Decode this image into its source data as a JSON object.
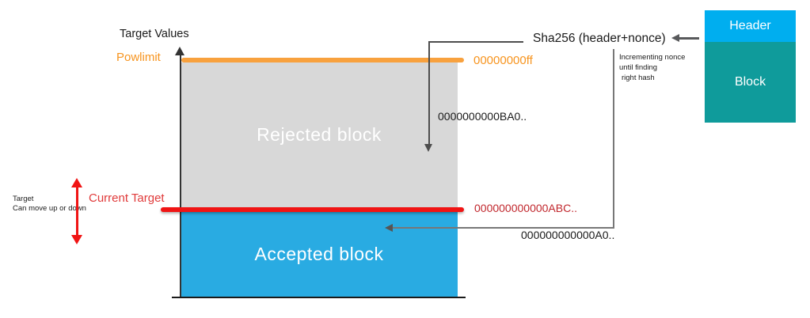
{
  "diagram": {
    "axis_label": "Target Values",
    "powlimit_label": "Powlimit",
    "powlimit_hash": "00000000ff",
    "rejected_label": "Rejected block",
    "rejected_hash": "0000000000BA0..",
    "current_target_label": "Current Target",
    "current_target_hash": "000000000000ABC..",
    "accepted_label": "Accepted block",
    "accepted_hash": "000000000000A0..",
    "sha256_label": "Sha256 (header+nonce)",
    "nonce_note": {
      "line1": "Incrementing nonce",
      "line2": "until finding",
      "line3": "right hash"
    },
    "target_note": {
      "line1": "Target",
      "line2": "Can move up or down"
    },
    "block_diagram": {
      "header_label": "Header",
      "body_label": "Block"
    }
  },
  "colors": {
    "powlimit_orange": "#F7941E",
    "target_red_line": "#F01414",
    "current_target_text_red": "#E03A3A",
    "hash_dark_red": "#C1272D",
    "rejected_gray": "#D8D8D8",
    "accepted_cyan": "#29ABE2",
    "header_cyan": "#00AEEF",
    "block_teal": "#0F9B9B",
    "connector_gray": "#4D4D4D"
  }
}
